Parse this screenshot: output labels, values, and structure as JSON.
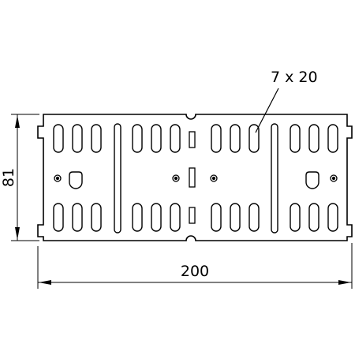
{
  "drawing": {
    "overall_length": "200",
    "overall_width": "81",
    "slot_callout": "7 x 20"
  },
  "colors": {
    "line": "#000000",
    "background": "#ffffff"
  }
}
